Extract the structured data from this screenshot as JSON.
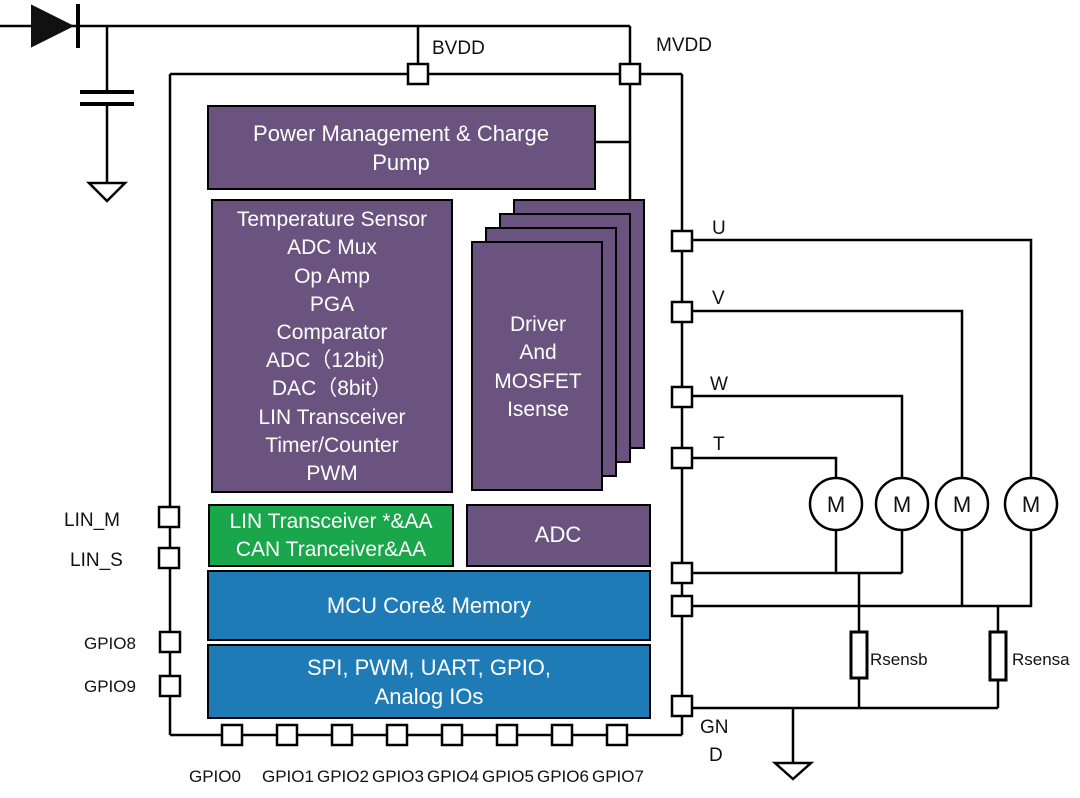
{
  "power_pins": {
    "bvdd": "BVDD",
    "mvdd": "MVDD"
  },
  "blocks": {
    "power_management": [
      "Power Management & Charge",
      "Pump"
    ],
    "analog_list": [
      "Temperature Sensor",
      "ADC Mux",
      "Op Amp",
      "PGA",
      "Comparator",
      "ADC（12bit）",
      "DAC（8bit）",
      "LIN Transceiver",
      "Timer/Counter",
      "PWM"
    ],
    "driver": [
      "Driver",
      "And",
      "MOSFET",
      "Isense"
    ],
    "lin_can": [
      "LIN Transceiver *&AA",
      "CAN Tranceiver&AA"
    ],
    "adc": "ADC",
    "mcu": "MCU Core& Memory",
    "peripherals": [
      "SPI, PWM, UART, GPIO,",
      "Analog IOs"
    ]
  },
  "left_pins": {
    "lin_m": "LIN_M",
    "lin_s": "LIN_S",
    "gpio8": "GPIO8",
    "gpio9": "GPIO9"
  },
  "bottom_pins": [
    "GPIO0",
    "GPIO1",
    "GPIO2",
    "GPIO3",
    "GPIO4",
    "GPIO5",
    "GPIO6",
    "GPIO7"
  ],
  "right_pins": {
    "u": "U",
    "v": "V",
    "w": "W",
    "t": "T",
    "gnd_line1": "GN",
    "gnd_line2": "D"
  },
  "motors": [
    "M",
    "M",
    "M",
    "M"
  ],
  "resistors": {
    "rsensb": "Rsensb",
    "rsensa": "Rsensa"
  },
  "colors": {
    "purple": "#6b5380",
    "green": "#1aa64a",
    "blue": "#1e7bb5"
  }
}
